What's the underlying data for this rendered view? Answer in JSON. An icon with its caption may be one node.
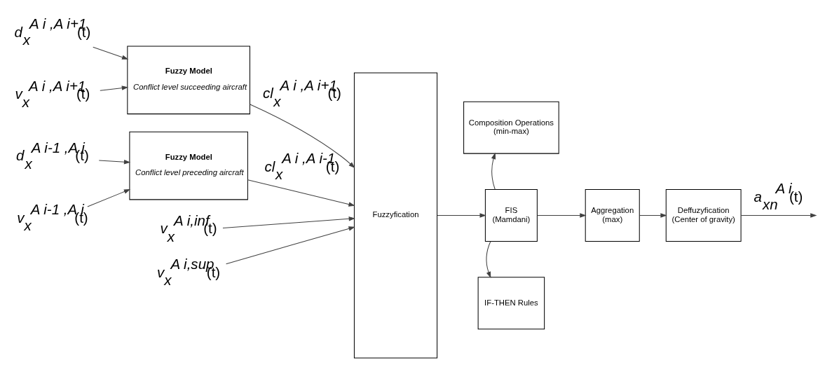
{
  "diagram": {
    "nodes": [
      {
        "text": [
          "*d*$_{x}$$^{A i ,A i+1}$ (t)"
        ]
      },
      {
        "text": [
          "*v*$_{x}$$^{A i ,A i+1}$ (t)"
        ]
      },
      {
        "text": [
          "Fuzzy Model",
          "Conflict level succeeding aircraft"
        ]
      },
      {
        "text": [
          "*d*$_{x}$$^{A i-1 ,A i}$ (t)"
        ]
      },
      {
        "text": [
          "*v*$_{x}$$^{A i-1 ,A i}$ (t)"
        ]
      },
      {
        "text": [
          "Fuzzy Model",
          "Conflict level preceding aircraft"
        ]
      },
      {
        "text": [
          "*v*$_{x}$$^{A i,inf}$(t)"
        ]
      },
      {
        "text": [
          "*v*$_{x}$$^{A i,sup}$(t)"
        ]
      },
      {
        "text": [
          "Fuzzyfication"
        ]
      },
      {
        "text": [
          "FIS (Mamdani)"
        ]
      },
      {
        "text": [
          "Composition Operations (min-max)"
        ]
      },
      {
        "text": [
          "IF-THEN Rules"
        ]
      },
      {
        "text": [
          "Aggregation (max)"
        ]
      },
      {
        "text": [
          "Deffuzyfication (Center of gravity)"
        ]
      }
    ],
    "edges": [
      {
        "from": 0,
        "to": 2,
        "arrow": "to"
      },
      {
        "from": 1,
        "to": 2,
        "arrow": "to"
      },
      {
        "from": 3,
        "to": 5,
        "arrow": "to"
      },
      {
        "from": 4,
        "to": 5,
        "arrow": "to"
      },
      {
        "from": 2,
        "to": 8,
        "arrow": "to",
        "label": "*cl*$_{x}$$^{A i ,A i+1}$(t)"
      },
      {
        "from": 5,
        "to": 8,
        "arrow": "to",
        "label": "*cl*$_{x}$$^{A i ,A i-1}$(t)"
      },
      {
        "from": 6,
        "to": 8,
        "arrow": "to"
      },
      {
        "from": 7,
        "to": 8,
        "arrow": "to"
      },
      {
        "from": 8,
        "to": 9,
        "arrow": "to"
      },
      {
        "from": 9,
        "to": 10,
        "arrow": "to"
      },
      {
        "from": 9,
        "to": 11,
        "arrow": "to"
      },
      {
        "from": 9,
        "to": 12,
        "arrow": "to"
      },
      {
        "from": 12,
        "to": 13,
        "arrow": "to"
      },
      {
        "from": 13,
        "to": null,
        "arrow": "to",
        "label": "*a*$_{xn}$$^{A i}$(t)"
      }
    ]
  }
}
